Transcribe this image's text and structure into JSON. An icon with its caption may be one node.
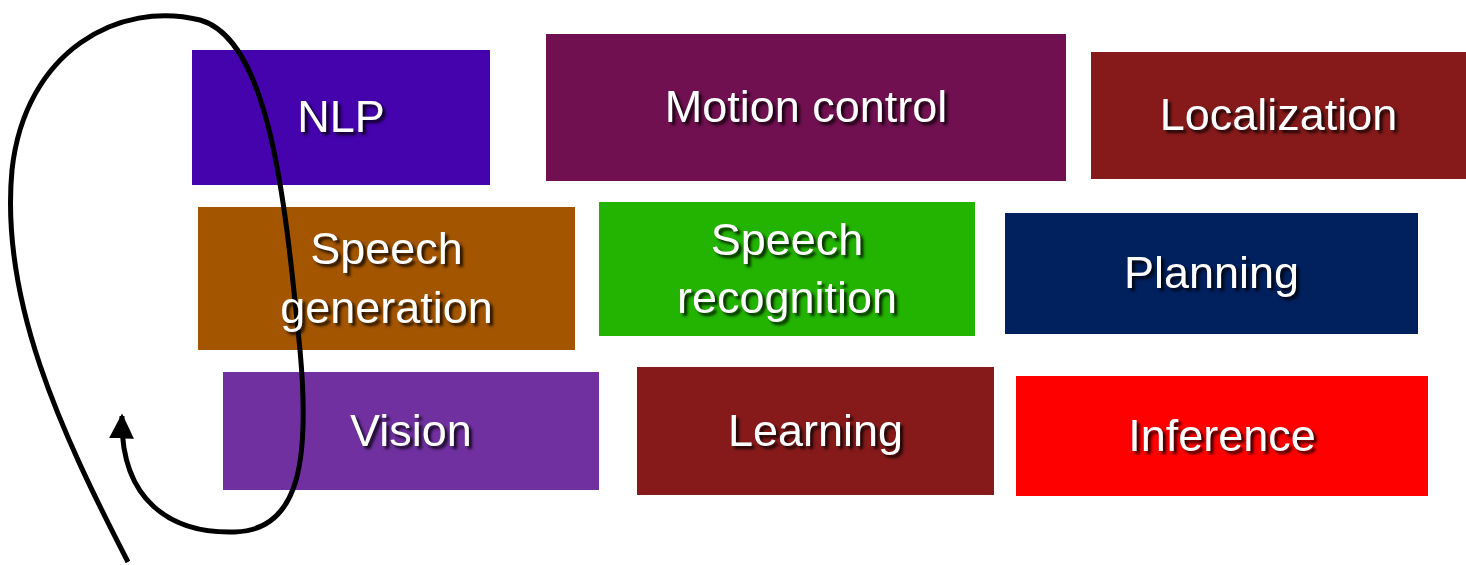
{
  "diagram": {
    "nodes": [
      {
        "text": [
          "NLP"
        ]
      },
      {
        "text": [
          "Motion control"
        ]
      },
      {
        "text": [
          "Localization"
        ]
      },
      {
        "text": [
          "Speech generation"
        ]
      },
      {
        "text": [
          "Speech recognition"
        ]
      },
      {
        "text": [
          "Planning"
        ]
      },
      {
        "text": [
          "Vision"
        ]
      },
      {
        "text": [
          "Learning"
        ]
      },
      {
        "text": [
          "Inference"
        ]
      }
    ]
  }
}
